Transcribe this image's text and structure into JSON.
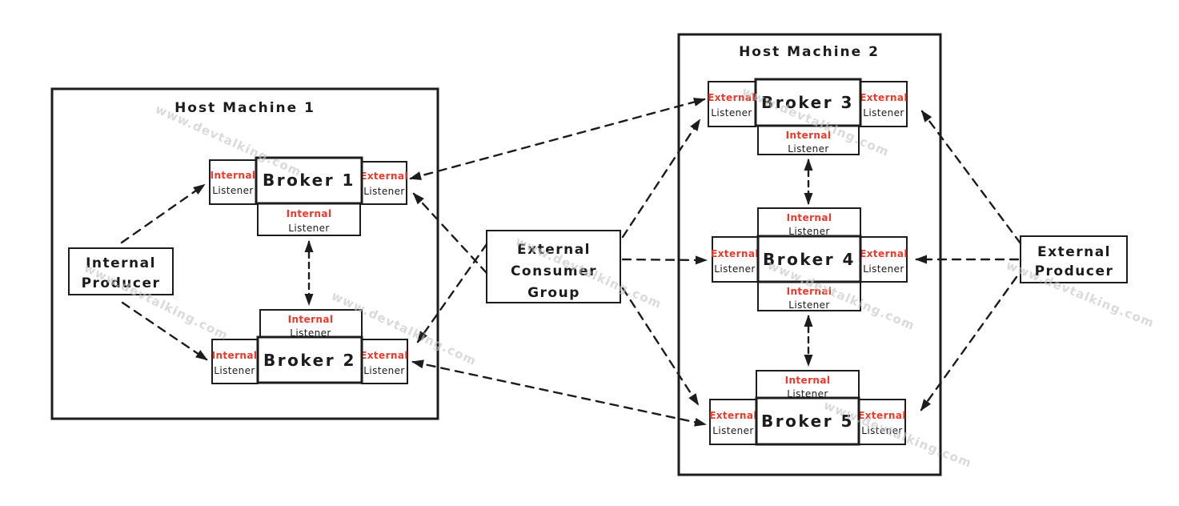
{
  "diagram": {
    "watermark": "www.devtalking.com",
    "colors": {
      "ink": "#1c1c1c",
      "listener_red": "#ef3829",
      "watermark_gray": "#c4c4c4",
      "background": "#ffffff"
    },
    "hosts": {
      "host1": {
        "title": "Host Machine 1"
      },
      "host2": {
        "title": "Host Machine 2"
      }
    },
    "actors": {
      "internal_producer": {
        "line1": "Internal",
        "line2": "Producer"
      },
      "external_consumer_group": {
        "line1": "External",
        "line2": "Consumer",
        "line3": "Group"
      },
      "external_producer": {
        "line1": "External",
        "line2": "Producer"
      }
    },
    "brokers": [
      {
        "label": "Broker 1",
        "left": {
          "kind": "Internal",
          "word": "Listener"
        },
        "right": {
          "kind": "External",
          "word": "Listener"
        },
        "bottom": {
          "kind": "Internal",
          "word": "Listener"
        }
      },
      {
        "label": "Broker 2",
        "top": {
          "kind": "Internal",
          "word": "Listener"
        },
        "left": {
          "kind": "Internal",
          "word": "Listener"
        },
        "right": {
          "kind": "External",
          "word": "Listener"
        }
      },
      {
        "label": "Broker 3",
        "left": {
          "kind": "External",
          "word": "Listener"
        },
        "right": {
          "kind": "External",
          "word": "Listener"
        },
        "bottom": {
          "kind": "Internal",
          "word": "Listener"
        }
      },
      {
        "label": "Broker 4",
        "top": {
          "kind": "Internal",
          "word": "Listener"
        },
        "left": {
          "kind": "External",
          "word": "Listener"
        },
        "right": {
          "kind": "External",
          "word": "Listener"
        },
        "bottom": {
          "kind": "Internal",
          "word": "Listener"
        }
      },
      {
        "label": "Broker 5",
        "top": {
          "kind": "Internal",
          "word": "Listener"
        },
        "left": {
          "kind": "External",
          "word": "Listener"
        },
        "right": {
          "kind": "External",
          "word": "Listener"
        }
      }
    ]
  }
}
